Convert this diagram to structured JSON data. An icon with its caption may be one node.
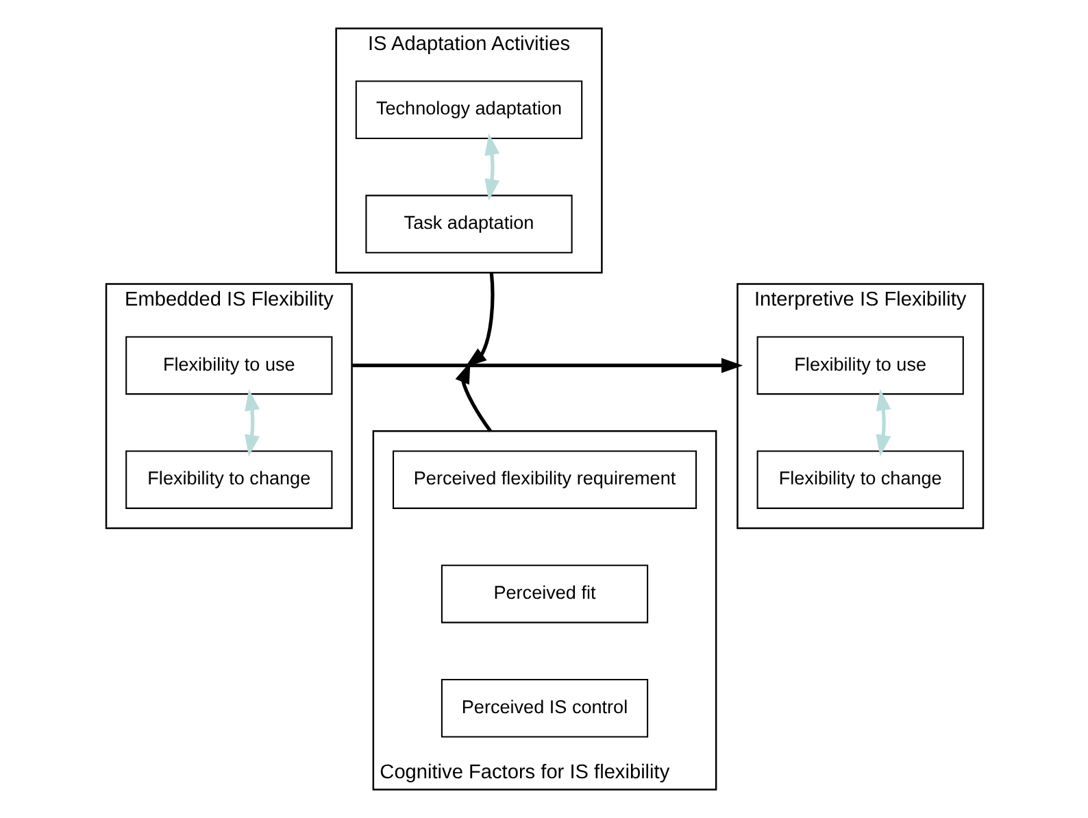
{
  "diagram": {
    "nodes": [
      {
        "text": [
          "Embedded IS Flexibility"
        ]
      },
      {
        "text": [
          "Flexibility to use"
        ],
        "in": 0
      },
      {
        "text": [
          "Flexibility to change"
        ],
        "in": 0
      },
      {
        "text": [
          "IS Adaptation Activities"
        ]
      },
      {
        "text": [
          "Technology adaptation"
        ],
        "in": 3
      },
      {
        "text": [
          "Task adaptation"
        ],
        "in": 3
      },
      {
        "text": [
          "Interpretive IS Flexibility"
        ]
      },
      {
        "text": [
          "Flexibility to use"
        ],
        "in": 6
      },
      {
        "text": [
          "Flexibility to change"
        ],
        "in": 6
      },
      {
        "text": [
          "Cognitive Factors for IS flexibility"
        ]
      },
      {
        "text": [
          "Perceived flexibility requirement"
        ],
        "in": 9
      },
      {
        "text": [
          "Perceived fit"
        ],
        "in": 9
      },
      {
        "text": [
          "Perceived IS control"
        ],
        "in": 9
      }
    ],
    "edges": [
      {
        "from": 1,
        "to": 2,
        "arrow": "both",
        "color": "#b8dcdc"
      },
      {
        "from": 4,
        "to": 5,
        "arrow": "both",
        "color": "#b8dcdc"
      },
      {
        "from": 7,
        "to": 8,
        "arrow": "both",
        "color": "#b8dcdc"
      },
      {
        "from": 0,
        "to": 6,
        "arrow": "to",
        "color": "#000000"
      },
      {
        "from": 3,
        "to": null,
        "arrow": "to",
        "color": "#000000"
      },
      {
        "from": 9,
        "to": null,
        "arrow": "to",
        "color": "#000000"
      }
    ]
  }
}
